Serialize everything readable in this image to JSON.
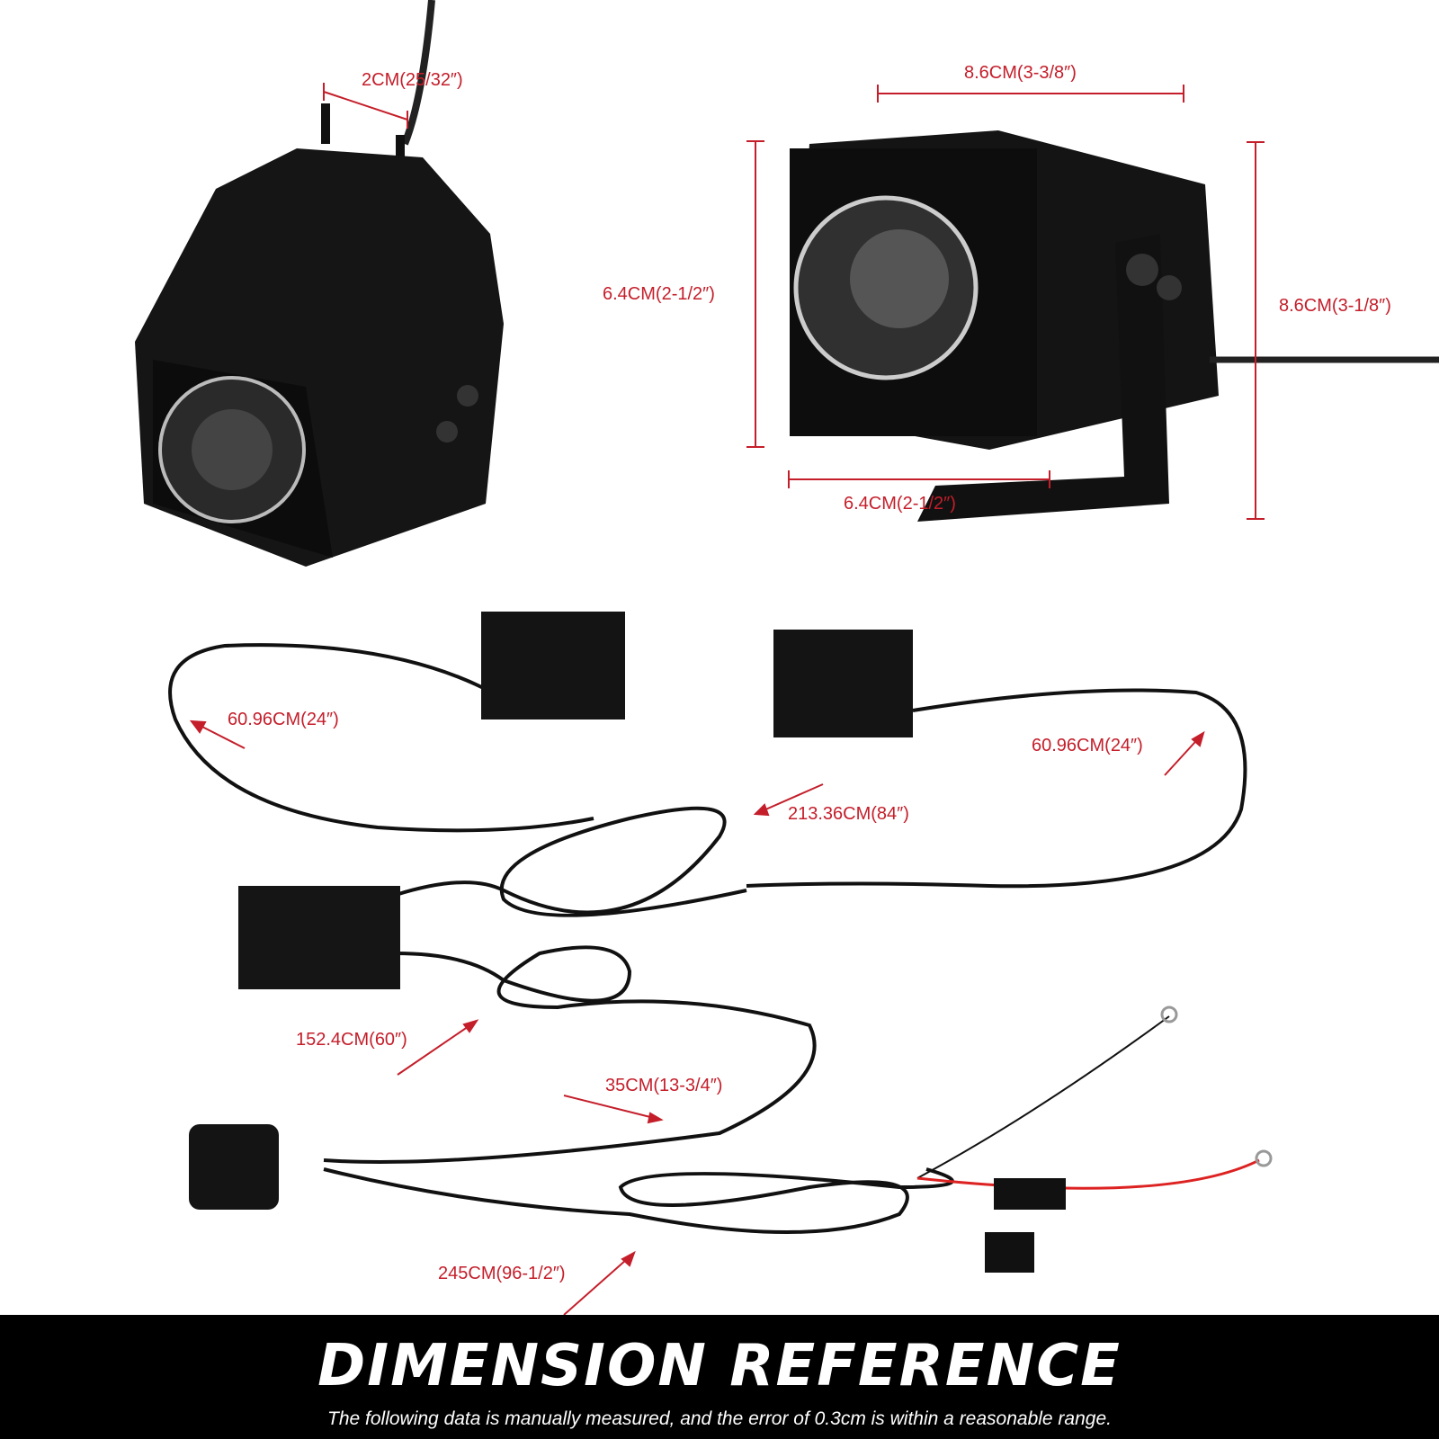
{
  "colors": {
    "dimension": "#c41e2a",
    "banner_bg": "#000000",
    "banner_text": "#ffffff"
  },
  "dimensions": {
    "bolt_spacing": "2CM(25/32″)",
    "top_width": "8.6CM(3-3/8″)",
    "front_height": "6.4CM(2-1/2″)",
    "total_height": "8.6CM(3-1/8″)",
    "front_width": "6.4CM(2-1/2″)"
  },
  "cables": {
    "left_lamp": "60.96CM(24″)",
    "right_lamp": "60.96CM(24″)",
    "main_harness": "213.36CM(84″)",
    "controller": "152.4CM(60″)",
    "switch": "35CM(13-3/4″)",
    "power": "245CM(96-1/2″)"
  },
  "banner": {
    "title": "DIMENSION REFERENCE",
    "note": "The following data is manually measured, and the error of 0.3cm is within a reasonable range."
  }
}
